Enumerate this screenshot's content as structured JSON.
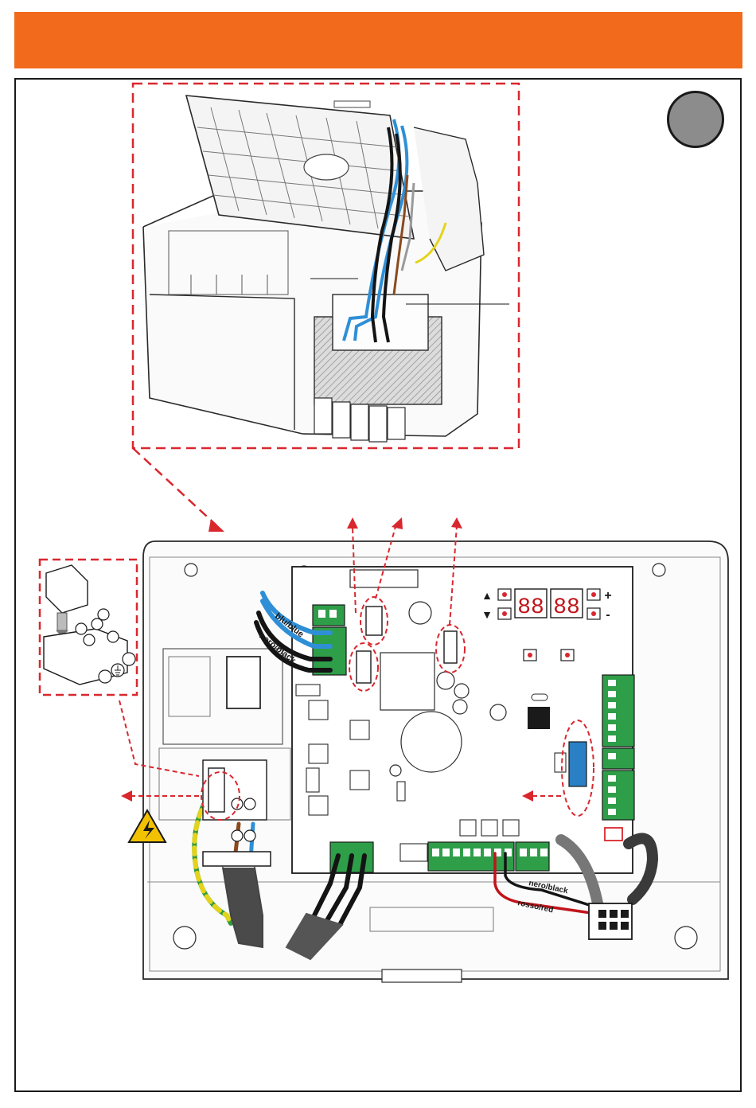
{
  "colors": {
    "header": "#f26a1b",
    "callout_dash": "#d9272e",
    "wire_blue": "#2f8fd6",
    "wire_black": "#141414",
    "wire_red": "#c0141a",
    "wire_earth_yellow": "#e3d31a",
    "wire_earth_green": "#2f9a3a",
    "terminal_green": "#2e9e49",
    "connector_blue": "#2b7fc4",
    "warning_yellow": "#f2c200",
    "step_badge": "#8c8c8c"
  },
  "labels": {
    "wire_blue": "blu/blue",
    "wire_black_left": "nero/black",
    "wire_black_right": "nero/black",
    "wire_red": "rosso/red"
  },
  "display": {
    "digits_left": "88",
    "digits_right": "88",
    "plus": "+",
    "minus": "-"
  },
  "icons": {
    "arrow_up": "▲",
    "arrow_down": "▼",
    "warning": "high-voltage-warning-icon",
    "earth": "earth-ground-icon"
  }
}
